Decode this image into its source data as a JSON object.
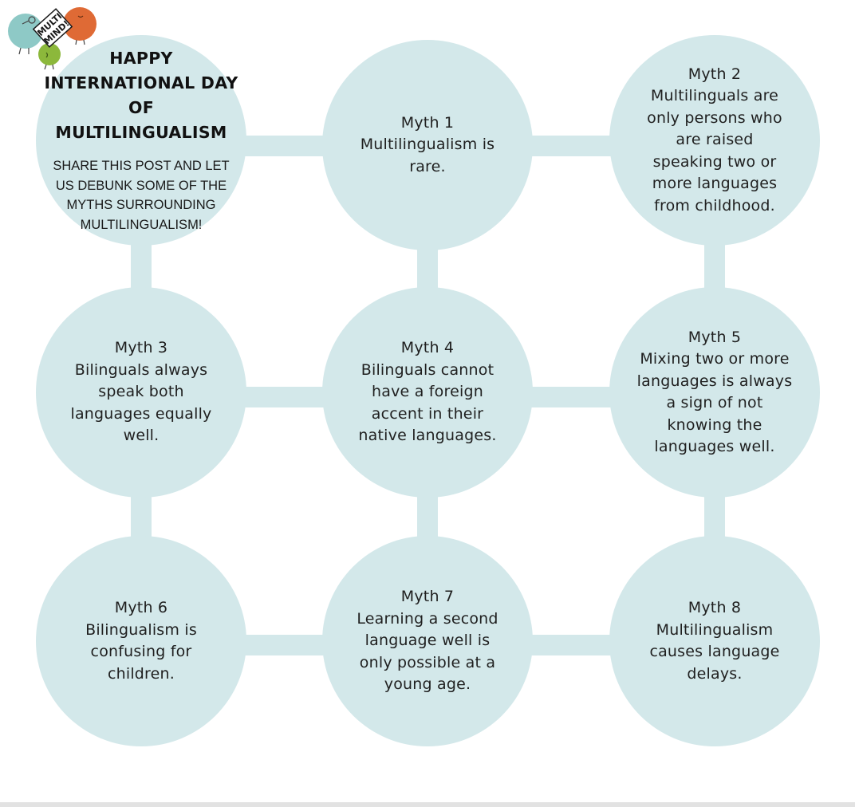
{
  "intro": {
    "title": "HAPPY INTERNATIONAL DAY OF MULTILINGUALISM",
    "subtitle": "SHARE THIS POST AND LET US DEBUNK SOME OF THE MYTHS SURROUNDING MULTILINGUALISM!"
  },
  "logo": {
    "text_line1": "MULTI",
    "text_line2": "MIND!"
  },
  "myths": [
    {
      "title": "Myth 1",
      "text": "Multilingualism is rare."
    },
    {
      "title": "Myth 2",
      "text": "Multilinguals are only persons who are raised speaking two or more languages from childhood."
    },
    {
      "title": "Myth 3",
      "text": "Bilinguals always speak both languages equally well."
    },
    {
      "title": "Myth 4",
      "text": "Bilinguals cannot have a foreign accent in their native languages."
    },
    {
      "title": "Myth 5",
      "text": "Mixing two or more languages is always a sign of not knowing the languages well."
    },
    {
      "title": "Myth 6",
      "text": "Bilingualism is confusing for children."
    },
    {
      "title": "Myth 7",
      "text": "Learning a second language well is only possible at a young age."
    },
    {
      "title": "Myth 8",
      "text": "Multilingualism causes language delays."
    }
  ],
  "colors": {
    "circle": "#d3e8ea",
    "text": "#1f1f1f",
    "logo_teal": "#8ec9c6",
    "logo_orange": "#df6a35",
    "logo_green": "#8cb83b"
  }
}
